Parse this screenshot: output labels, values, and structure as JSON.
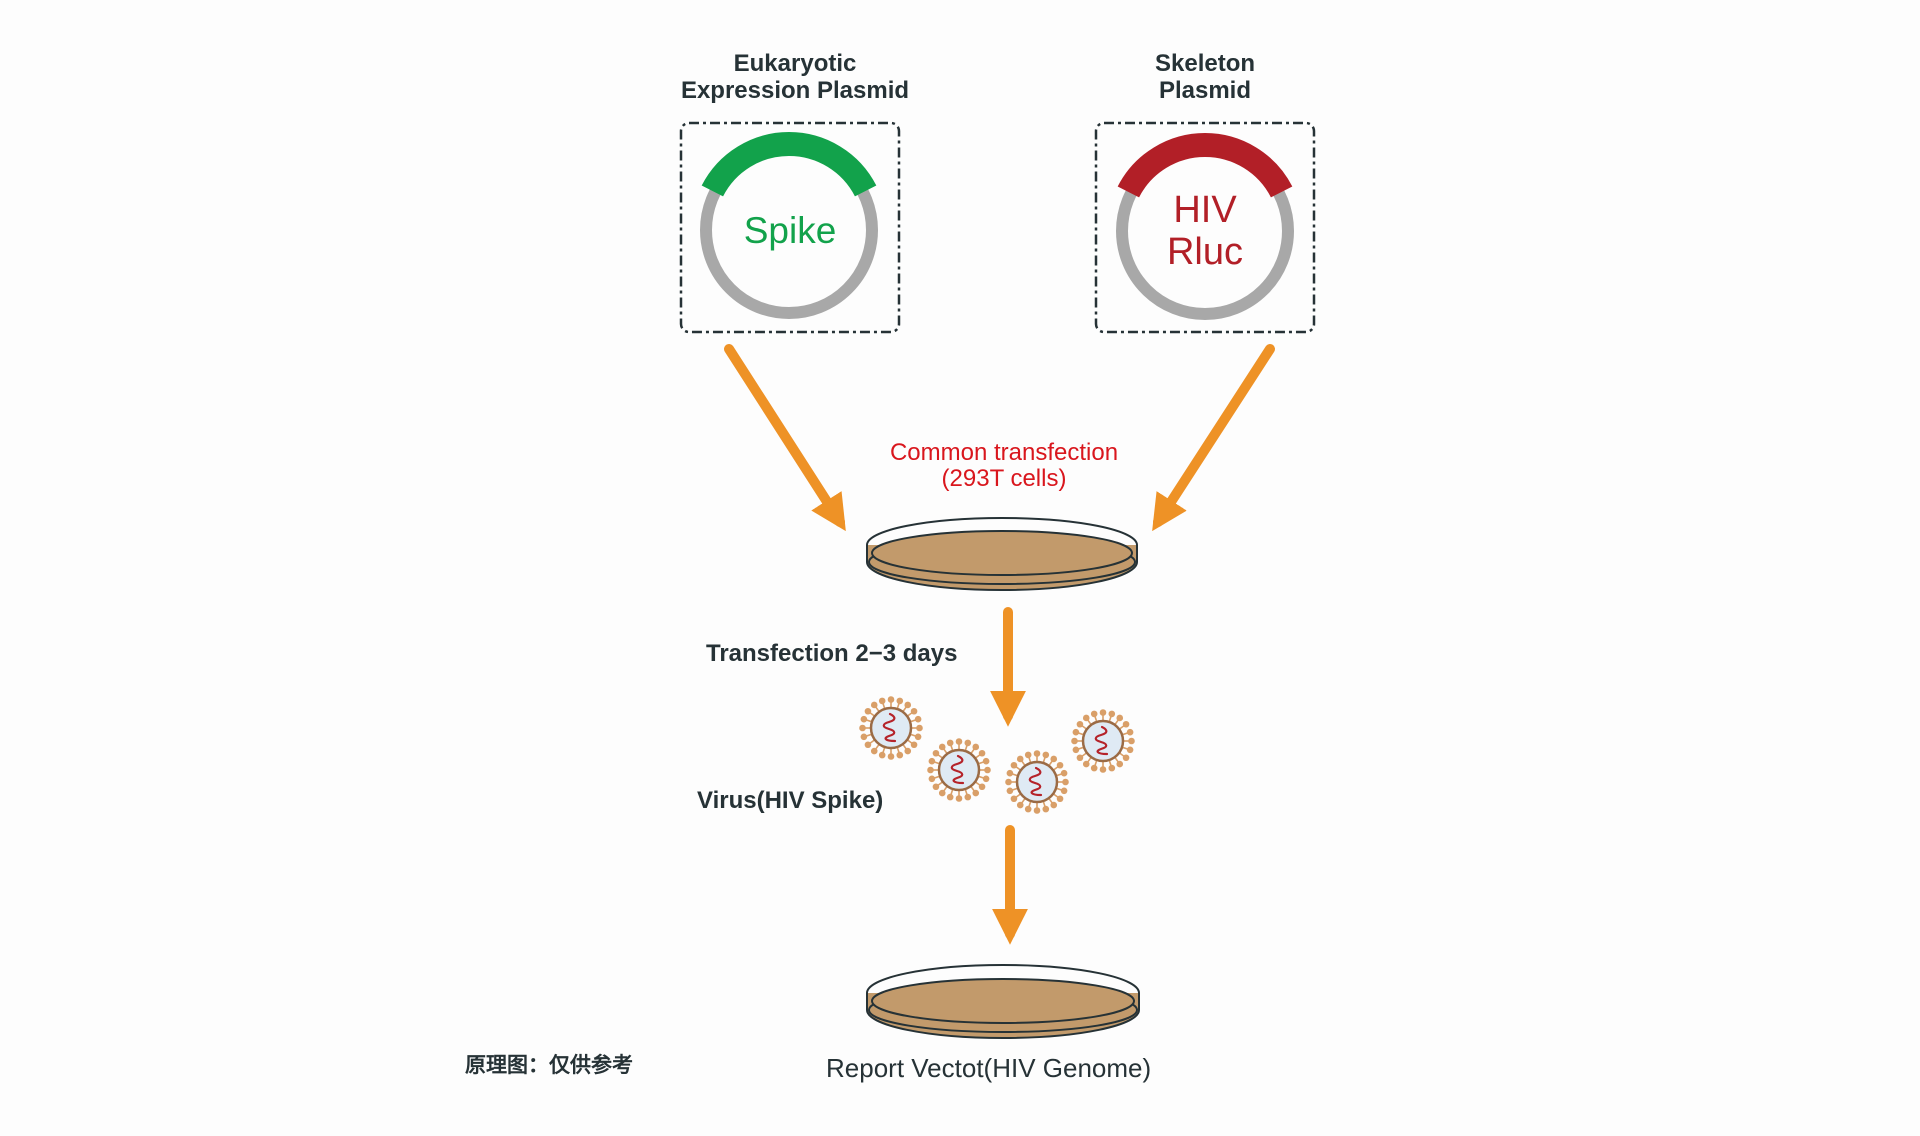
{
  "diagram": {
    "plasmids": [
      {
        "id": "eukaryotic",
        "title_lines": [
          "Eukaryotic",
          "Expression Plasmid"
        ],
        "insert_lines": [
          "Spike"
        ],
        "insert_color": "#12a24b"
      },
      {
        "id": "skeleton",
        "title_lines": [
          "Skeleton",
          "Plasmid"
        ],
        "insert_lines": [
          "HIV",
          "Rluc"
        ],
        "insert_color": "#b21f27"
      }
    ],
    "backbone_color": "#a8a8a8",
    "arrow_color": "#ee9226",
    "dish_fill": "#c29a6b",
    "transfection": {
      "lines": [
        "Common transfection",
        "(293T cells)"
      ],
      "color": "#d9161d"
    },
    "step_label": "Transfection 2−3 days",
    "virus_label": "Virus(HIV Spike)",
    "virus_count": 4,
    "virus_colors": {
      "body": "#dfeaf4",
      "membrane": "#9b6b45",
      "spikes": "#d99f68",
      "rna": "#b5232a"
    },
    "report_label": "Report Vectot(HIV Genome)",
    "note": "原理图：仅供参考"
  }
}
